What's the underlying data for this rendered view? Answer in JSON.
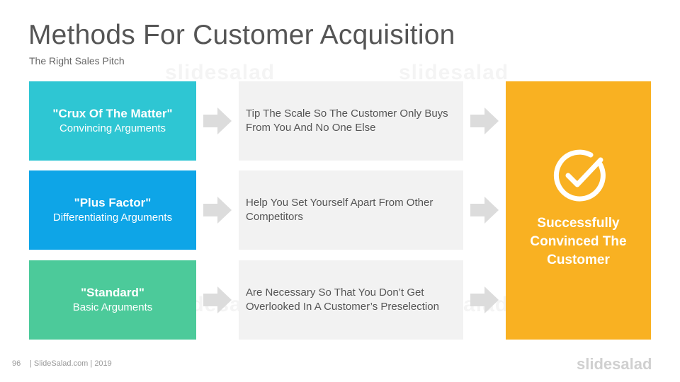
{
  "slide": {
    "title": "Methods For Customer Acquisition",
    "subtitle": "The Right Sales Pitch"
  },
  "rows": [
    {
      "label": "\"Crux Of The Matter\"",
      "sublabel": "Convincing Arguments",
      "color": "#2ec6d3",
      "description": "Tip The Scale So The Customer Only Buys From You And No One Else"
    },
    {
      "label": "\"Plus Factor\"",
      "sublabel": "Differentiating Arguments",
      "color": "#0ea5e7",
      "description": "Help You Set Yourself Apart From Other Competitors"
    },
    {
      "label": "\"Standard\"",
      "sublabel": "Basic Arguments",
      "color": "#4cca9a",
      "description": "Are Necessary So That You Don’t Get Overlooked In A Customer’s Preselection"
    }
  ],
  "result": {
    "text": "Successfully Convinced The Customer",
    "color": "#f9b122",
    "icon": "check-circle-icon"
  },
  "arrow_color": "#dcdcdc",
  "watermark": "slidesalad",
  "footer": {
    "page_number": "96",
    "text": "| SlideSalad.com | 2019",
    "brand": "slidesalad"
  }
}
